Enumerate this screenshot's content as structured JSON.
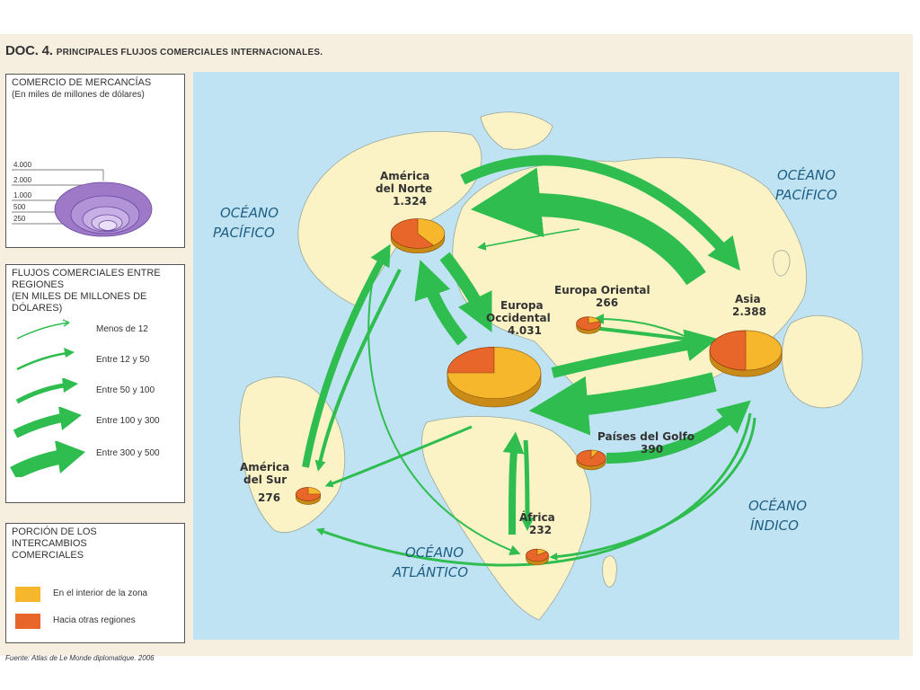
{
  "title": {
    "doc": "DOC. 4.",
    "text": "Principales flujos comerciales internacionales."
  },
  "legend_merchandise": {
    "heading": "COMERCIO DE MERCANCÍAS",
    "subheading": "(En miles de millones de dólares)",
    "scale": [
      "4.000",
      "2.000",
      "1.000",
      "500",
      "250"
    ]
  },
  "legend_flows": {
    "heading": "FLUJOS COMERCIALES ENTRE REGIONES",
    "subheading": "(En miles de millones de dólares)",
    "items": [
      {
        "label": "Menos de 12"
      },
      {
        "label": "Entre 12 y  50"
      },
      {
        "label": "Entre 50 y 100"
      },
      {
        "label": "Entre 100 y 300"
      },
      {
        "label": "Entre 300 y 500"
      }
    ]
  },
  "legend_share": {
    "heading": "PORCIÓN DE LOS INTERCAMBIOS COMERCIALES",
    "items": [
      {
        "label": "En el interior de la zona",
        "color": "#f7b72d"
      },
      {
        "label": "Hacia otras regiones",
        "color": "#e8662a"
      }
    ]
  },
  "oceans": {
    "pacific_left": [
      "OCÉANO",
      "PACÍFICO"
    ],
    "pacific_right": [
      "OCÉANO",
      "PACÍFICO"
    ],
    "atlantic": [
      "OCÉANO",
      "ATLÁNTICO"
    ],
    "indian": [
      "OCÉANO",
      "ÍNDICO"
    ]
  },
  "regions": [
    {
      "id": "north-america",
      "lines": [
        "América",
        "del Norte"
      ],
      "value": "1.324",
      "value_num": 1324,
      "internal_share": 0.4
    },
    {
      "id": "western-europe",
      "lines": [
        "Europa",
        "Occidental"
      ],
      "value": "4.031",
      "value_num": 4031,
      "internal_share": 0.75
    },
    {
      "id": "eastern-europe",
      "lines": [
        "Europa Oriental"
      ],
      "value": "266",
      "value_num": 266,
      "internal_share": 0.2
    },
    {
      "id": "asia",
      "lines": [
        "Asia"
      ],
      "value": "2.388",
      "value_num": 2388,
      "internal_share": 0.5
    },
    {
      "id": "gulf",
      "lines": [
        "Países del Golfo"
      ],
      "value": "390",
      "value_num": 390,
      "internal_share": 0.08
    },
    {
      "id": "south-america",
      "lines": [
        "América",
        "del Sur"
      ],
      "value": "276",
      "value_num": 276,
      "internal_share": 0.25
    },
    {
      "id": "africa",
      "lines": [
        "África"
      ],
      "value": "232",
      "value_num": 232,
      "internal_share": 0.15
    }
  ],
  "colors": {
    "ocean": "#bfe3f2",
    "land": "#fbf3c6",
    "flow": "#2ebd4e",
    "internal": "#f7b72d",
    "external": "#e8662a"
  },
  "source": "Fuente: Atlas de Le Monde diplomatique. 2006"
}
